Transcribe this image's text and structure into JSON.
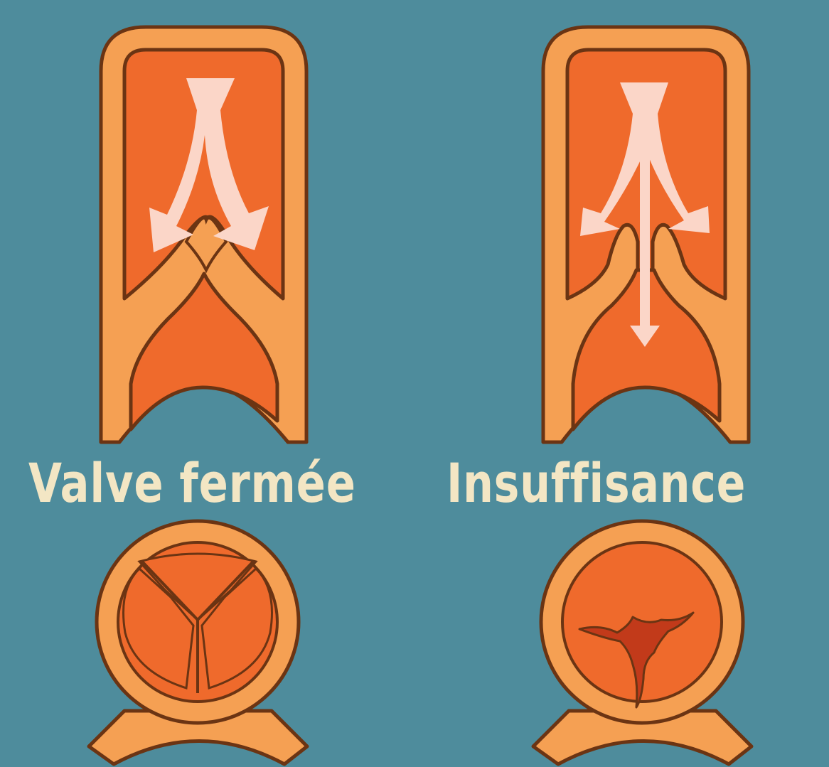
{
  "colors": {
    "background": "#4e8c9c",
    "vein_wall": "#f5a053",
    "vein_lumen": "#ef6a2c",
    "outline": "#6b3413",
    "flow_arrow": "#fbd6c8",
    "caption_text": "#f3e6c4",
    "crack": "#c23a1a"
  },
  "panels": [
    {
      "caption": "Valve fermée",
      "state": "closed"
    },
    {
      "caption": "Insuffisance",
      "state": "incompetent"
    }
  ]
}
